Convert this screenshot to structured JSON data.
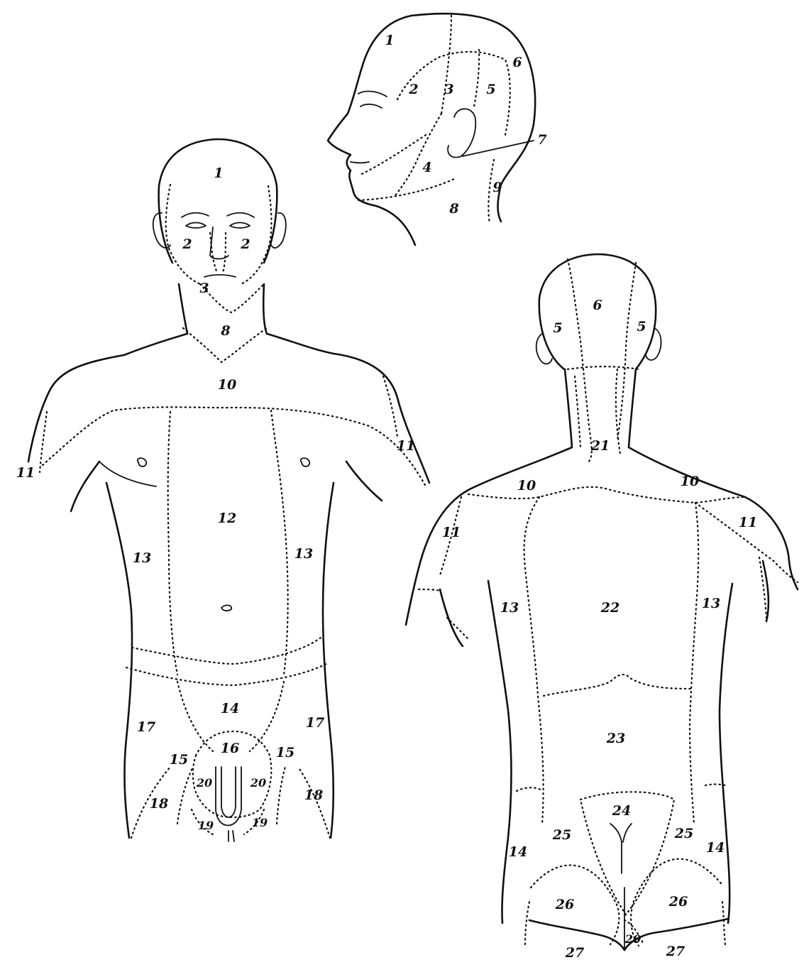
{
  "profile": {
    "labels": {
      "l1": "1",
      "l2": "2",
      "l3": "3",
      "l4": "4",
      "l5": "5",
      "l6": "6",
      "l7": "7",
      "l8": "8",
      "l9": "9"
    }
  },
  "front": {
    "labels": {
      "head": "1",
      "face_l": "2",
      "face_r": "2",
      "chin": "3",
      "neck": "8",
      "shoulder": "10",
      "arm_l": "11",
      "arm_r": "11",
      "chest": "12",
      "side_l": "13",
      "side_r": "13",
      "pubic": "14",
      "groin_l": "15",
      "groin_r": "15",
      "genital": "16",
      "thigh_l": "17",
      "thigh_r": "17",
      "inner_l": "18",
      "inner_r": "18",
      "scrot_l": "19",
      "scrot_r": "19",
      "penis_l": "20",
      "penis_r": "20"
    }
  },
  "back": {
    "labels": {
      "occiput": "6",
      "ear_l": "5",
      "ear_r": "5",
      "nape": "21",
      "shoulder_l": "10",
      "shoulder_r": "10",
      "arm_l": "11",
      "arm_r": "11",
      "back": "22",
      "side_l": "13",
      "side_r": "13",
      "lumbar": "23",
      "sacral": "24",
      "hip_l": "25",
      "hip_r": "25",
      "flank_l": "14",
      "flank_r": "14",
      "buttock_l": "26",
      "buttock_r": "26",
      "anal": "20",
      "fold_l": "27",
      "fold_r": "27"
    }
  }
}
